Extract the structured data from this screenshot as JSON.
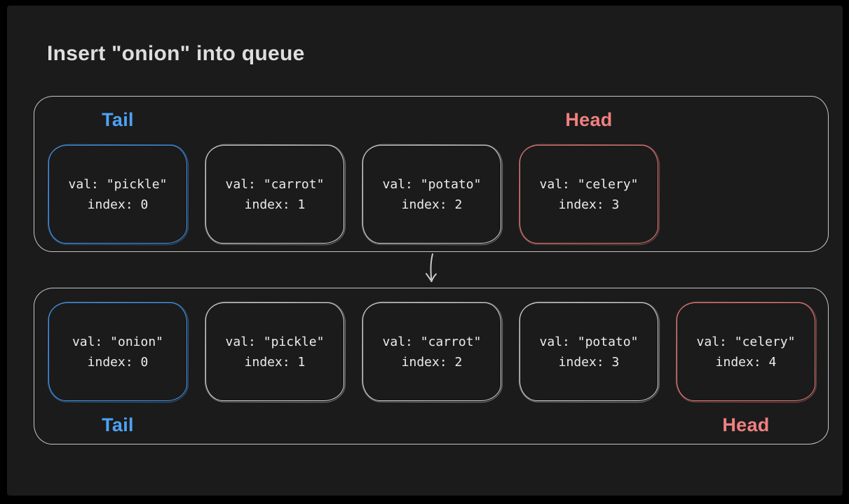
{
  "slide": {
    "title": "Insert \"onion\" into queue"
  },
  "palette": {
    "background": "#1b1b1b",
    "frame": "#000000",
    "container_stroke": "#c6c6c6",
    "box_stroke": "#d6d6d6",
    "tail_accent": "#4499f0",
    "head_accent": "#e97e7b",
    "tail_label_color": "#4da3f5",
    "head_label_color": "#f08080",
    "box_text_color": "#ececec",
    "title_color": "#dedede",
    "arrow_stroke": "#c9c9c9"
  },
  "queue_before": {
    "tail_label": "Tail",
    "head_label": "Head",
    "items": [
      {
        "val_text": "val: \"pickle\"",
        "index_text": "index: 0",
        "accent": "tail"
      },
      {
        "val_text": "val: \"carrot\"",
        "index_text": "index: 1",
        "accent": "none"
      },
      {
        "val_text": "val: \"potato\"",
        "index_text": "index: 2",
        "accent": "none"
      },
      {
        "val_text": "val: \"celery\"",
        "index_text": "index: 3",
        "accent": "head"
      }
    ]
  },
  "queue_after": {
    "tail_label": "Tail",
    "head_label": "Head",
    "items": [
      {
        "val_text": "val: \"onion\"",
        "index_text": "index: 0",
        "accent": "tail"
      },
      {
        "val_text": "val: \"pickle\"",
        "index_text": "index: 1",
        "accent": "none"
      },
      {
        "val_text": "val: \"carrot\"",
        "index_text": "index: 2",
        "accent": "none"
      },
      {
        "val_text": "val: \"potato\"",
        "index_text": "index: 3",
        "accent": "none"
      },
      {
        "val_text": "val: \"celery\"",
        "index_text": "index: 4",
        "accent": "head"
      }
    ]
  }
}
